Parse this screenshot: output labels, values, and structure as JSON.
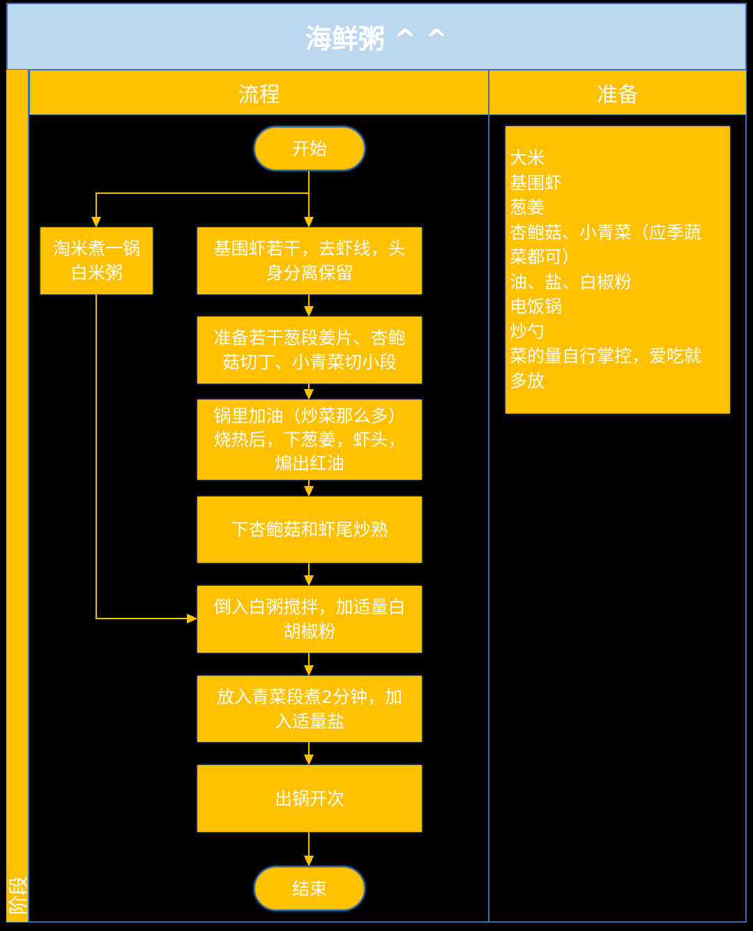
{
  "title": "海鲜粥 ^ ^",
  "lane_label": "阶段",
  "headers": {
    "process": "流程",
    "prep": "准备"
  },
  "flow": {
    "start": "开始",
    "rice": [
      "淘米煮一锅",
      "白米粥"
    ],
    "steps": [
      [
        "基围虾若干，去虾线，头",
        "身分离保留"
      ],
      [
        "准备若干葱段姜片、杏鲍",
        "菇切丁、小青菜切小段"
      ],
      [
        "锅里加油（炒菜那么多）",
        "烧热后，下葱姜，虾头，",
        "煸出红油"
      ],
      [
        "下杏鲍菇和虾尾炒熟"
      ],
      [
        "倒入白粥搅拌，加适量白",
        "胡椒粉"
      ],
      [
        "放入青菜段煮2分钟，加",
        "入适量盐"
      ],
      [
        "出锅开次"
      ]
    ],
    "end": "结束"
  },
  "prep_lines": [
    "大米",
    "基围虾",
    "葱姜",
    "杏鲍菇、小青菜（应季蔬",
    "菜都可）",
    "油、盐、白椒粉",
    "电饭锅",
    "炒勺",
    "菜的量自行掌控，爱吃就",
    "多放"
  ],
  "colors": {
    "accent": "#FFC000",
    "title_bg": "#BDD7EE",
    "border": "#3E6FA8",
    "line": "#FFC000"
  }
}
